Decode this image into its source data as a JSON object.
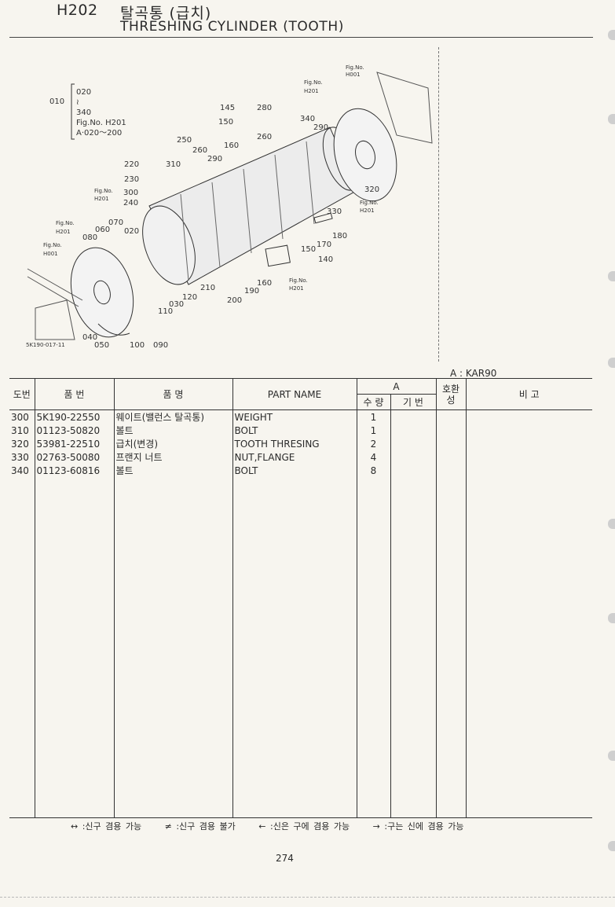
{
  "header": {
    "code": "H202",
    "title_ko": "탈곡통 (급치)",
    "title_en": "THRESHING CYLINDER (TOOTH)"
  },
  "diagram": {
    "icon": "exploded-parts-diagram",
    "group_label": "010",
    "group_items": [
      "020",
      "≀",
      "340",
      "Fig.No. H201",
      "A·020～200"
    ],
    "callouts": [
      "145",
      "280",
      "150",
      "340",
      "290",
      "260",
      "160",
      "250",
      "260",
      "290",
      "220",
      "310",
      "230",
      "300",
      "240",
      "320",
      "330",
      "070",
      "060",
      "020",
      "080",
      "180",
      "170",
      "150",
      "140",
      "160",
      "190",
      "200",
      "210",
      "120",
      "030",
      "110",
      "040",
      "050",
      "100",
      "090"
    ],
    "fig_refs": [
      {
        "label": "Fig.No.",
        "ref": "H001"
      },
      {
        "label": "Fig.No.",
        "ref": "H201"
      },
      {
        "label": "Fig.No.",
        "ref": "H201"
      },
      {
        "label": "Fig.No.",
        "ref": "H201"
      },
      {
        "label": "Fig.No.",
        "ref": "H201"
      },
      {
        "label": "Fig.No.",
        "ref": "H001"
      },
      {
        "label": "Fig.No.",
        "ref": "H201"
      }
    ],
    "image_code": "5K190-017-11"
  },
  "model_note": "A : KAR90",
  "table": {
    "headers": {
      "no": "도번",
      "part_no": "품 번",
      "name_ko": "품 명",
      "part_name": "PART NAME",
      "group_a": "A",
      "qty": "수 량",
      "basic": "기 번",
      "compat": "호환성",
      "remarks": "비 고"
    },
    "rows": [
      {
        "no": "300",
        "part_no": "5K190-22550",
        "name_ko": "웨이트(밸런스 탈곡통)",
        "part_name": "WEIGHT",
        "qty": "1"
      },
      {
        "no": "310",
        "part_no": "01123-50820",
        "name_ko": "볼트",
        "part_name": "BOLT",
        "qty": "1"
      },
      {
        "no": "320",
        "part_no": "53981-22510",
        "name_ko": "급치(변경)",
        "part_name": "TOOTH THRESING",
        "qty": "2"
      },
      {
        "no": "330",
        "part_no": "02763-50080",
        "name_ko": "프랜지 너트",
        "part_name": "NUT,FLANGE",
        "qty": "4"
      },
      {
        "no": "340",
        "part_no": "01123-60816",
        "name_ko": "볼트",
        "part_name": "BOLT",
        "qty": "8"
      }
    ]
  },
  "legend": [
    "↔ :신구 겸용 가능",
    "≠ :신구 겸용 불가",
    "← :신은 구에 겸용 가능",
    "→ :구는 신에 겸용 가능"
  ],
  "page_number": "274"
}
